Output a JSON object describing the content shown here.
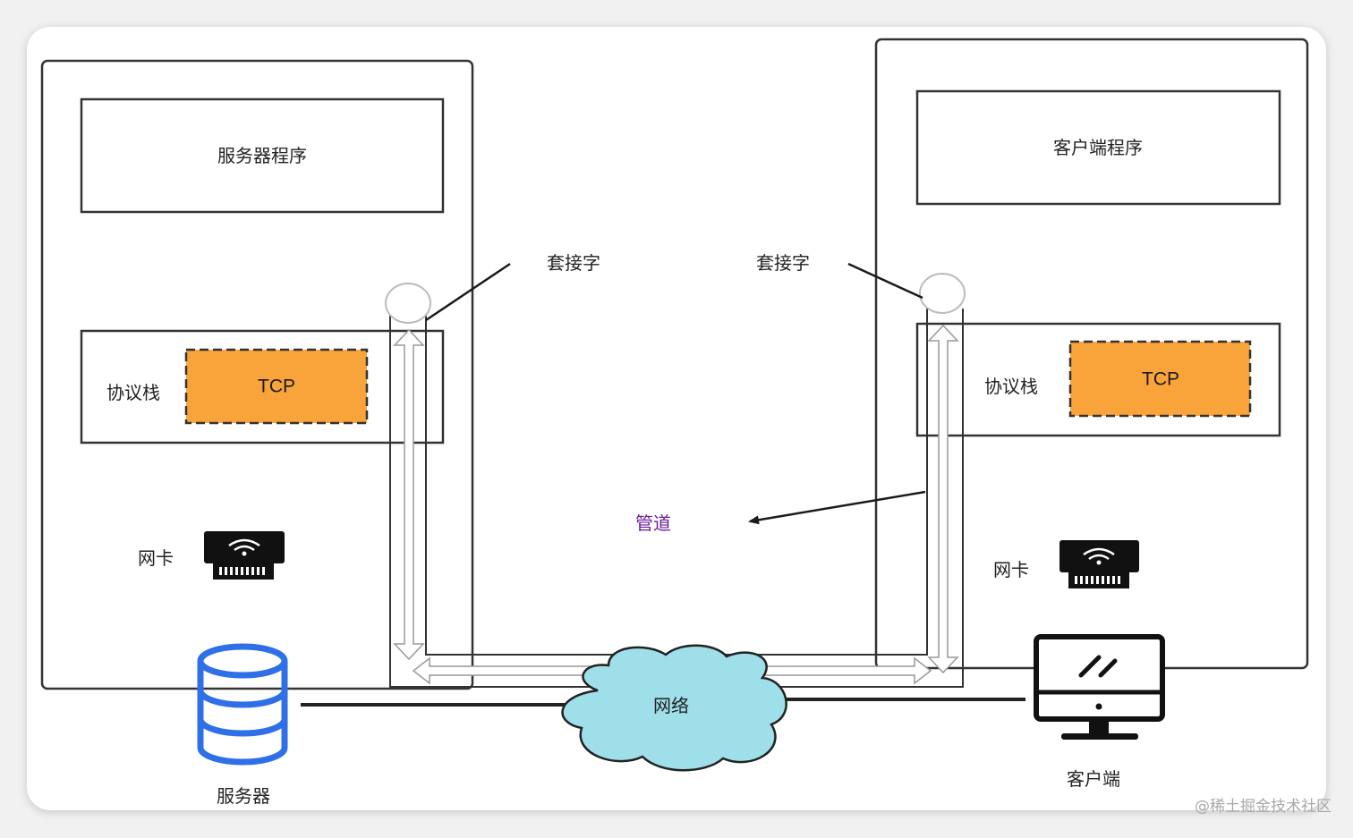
{
  "labels": {
    "server_program": "服务器程序",
    "client_program": "客户端程序",
    "protocol_stack_left": "协议栈",
    "protocol_stack_right": "协议栈",
    "tcp_left": "TCP",
    "tcp_right": "TCP",
    "socket_left": "套接字",
    "socket_right": "套接字",
    "pipe": "管道",
    "nic_left": "网卡",
    "nic_right": "网卡",
    "network": "网络",
    "server": "服务器",
    "client": "客户端"
  },
  "watermark": "@稀土掘金技术社区",
  "colors": {
    "tcp_fill": "#f9a33b",
    "cloud_fill": "#9edfe9",
    "database_blue": "#2f6fe8",
    "pipe_text": "#6a1b9a",
    "outline": "#333333"
  },
  "icons": {
    "nic": "wifi-network-card-icon",
    "database": "database-icon",
    "monitor": "desktop-monitor-icon",
    "cloud": "cloud-icon"
  }
}
